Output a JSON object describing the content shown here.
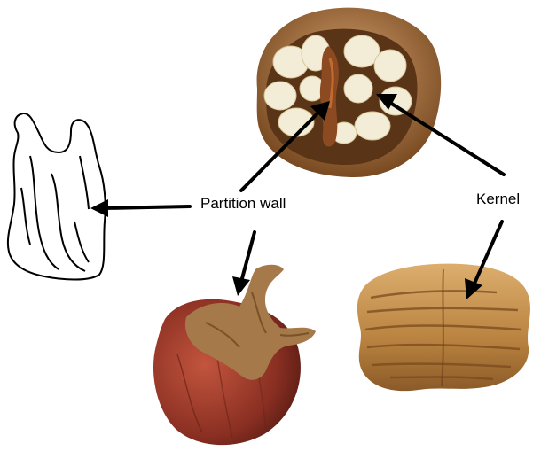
{
  "labels": {
    "partition_wall": "Partition wall",
    "kernel": "Kernel"
  },
  "icons": {
    "sketch": "partition-wall-sketch",
    "cross_section": "cracked-pecan-cross-section",
    "shell": "pecan-shell-with-partition",
    "kernel": "pecan-kernel-half"
  },
  "colors": {
    "arrow": "#000000",
    "shell_red": "#8a2f22",
    "shell_brown": "#a5794a",
    "kernel_tan": "#c8904c",
    "kernel_white": "#f2ecd8",
    "partition_brown": "#8b5a2b"
  }
}
